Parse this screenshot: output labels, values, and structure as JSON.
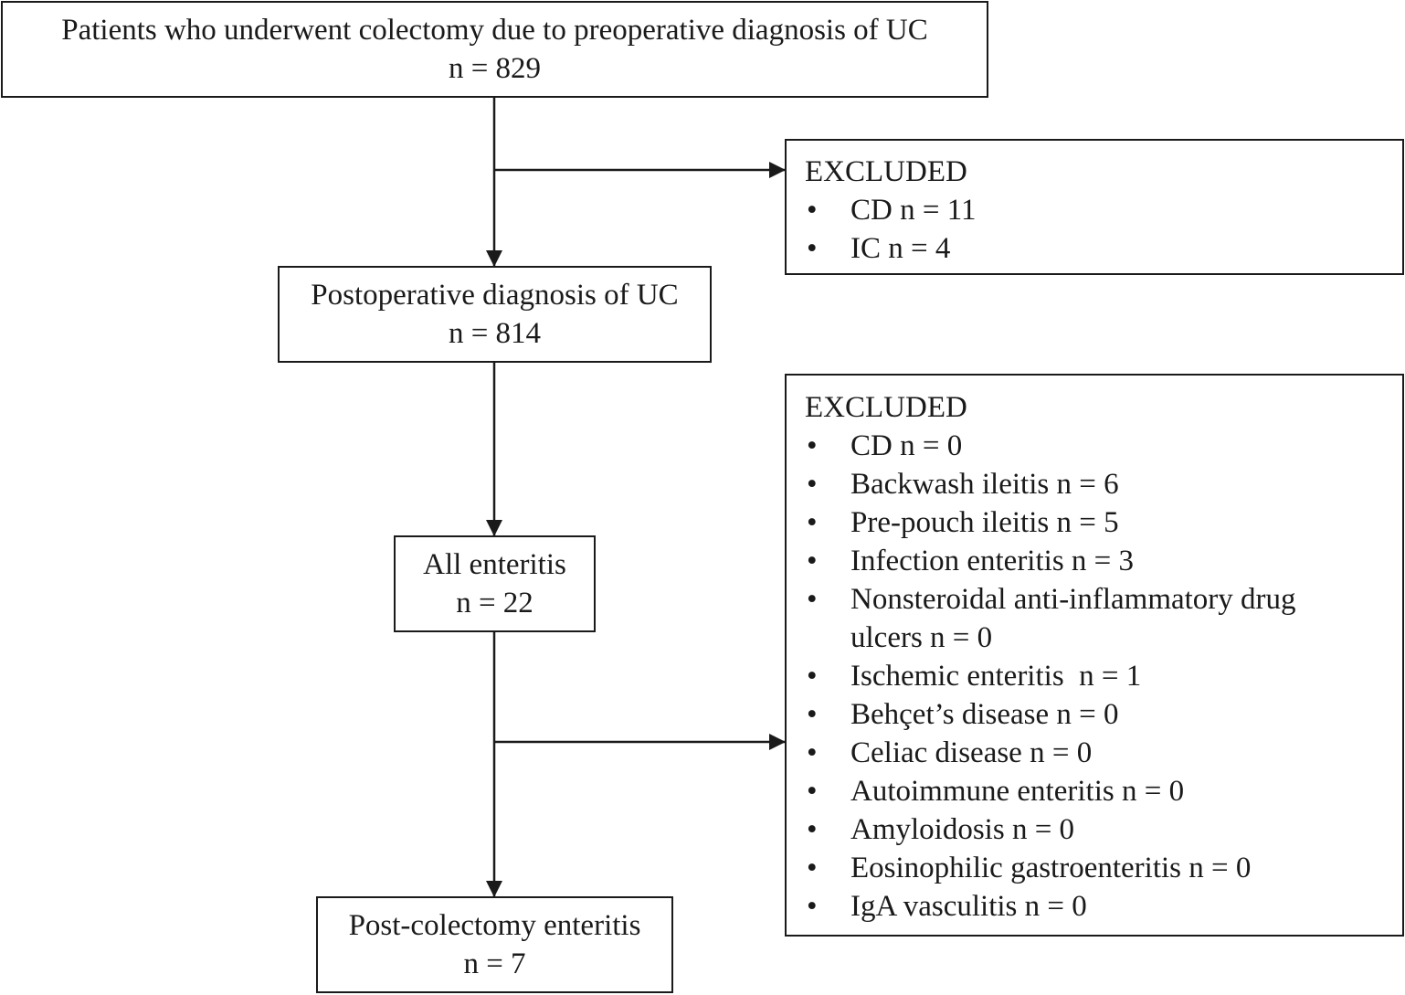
{
  "boxes": {
    "preop": {
      "line1": "Patients who underwent colectomy due to preoperative diagnosis of UC",
      "line2": "n = 829"
    },
    "postop": {
      "line1": "Postoperative diagnosis of UC",
      "line2": "n = 814"
    },
    "enteritis": {
      "line1": "All enteritis",
      "line2": "n = 22"
    },
    "pce": {
      "line1": "Post-colectomy enteritis",
      "line2": "n = 7"
    }
  },
  "excluded1": {
    "title": "EXCLUDED",
    "items": [
      "CD n = 11",
      "IC n = 4"
    ]
  },
  "excluded2": {
    "title": "EXCLUDED",
    "items": [
      "CD n = 0",
      "Backwash ileitis n = 6",
      "Pre-pouch ileitis n = 5",
      "Infection enteritis n = 3",
      "Nonsteroidal anti-inflammatory drug ulcers n = 0",
      "Ischemic enteritis  n = 1",
      "Behçet’s disease n = 0",
      "Celiac disease n = 0",
      "Autoimmune enteritis n = 0",
      "Amyloidosis n = 0",
      "Eosinophilic gastroenteritis n = 0",
      "IgA vasculitis n = 0"
    ]
  },
  "colors": {
    "stroke": "#1a1a1a",
    "background": "#ffffff"
  }
}
